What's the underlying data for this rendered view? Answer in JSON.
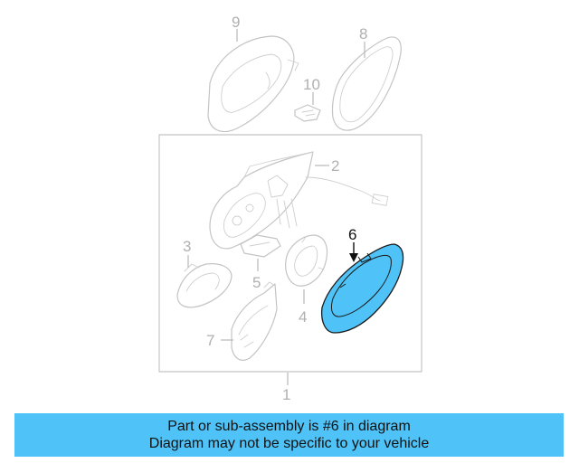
{
  "diagram": {
    "callouts": [
      "9",
      "8",
      "10",
      "2",
      "6",
      "3",
      "5",
      "4",
      "7",
      "1"
    ],
    "highlight_color": "#4fc3f7",
    "ghost_color": "#c4c4c4"
  },
  "banner": {
    "line1": "Part or sub-assembly is #6 in diagram",
    "line2": "Diagram may not be specific to your vehicle",
    "background": "#4fc3f7"
  }
}
